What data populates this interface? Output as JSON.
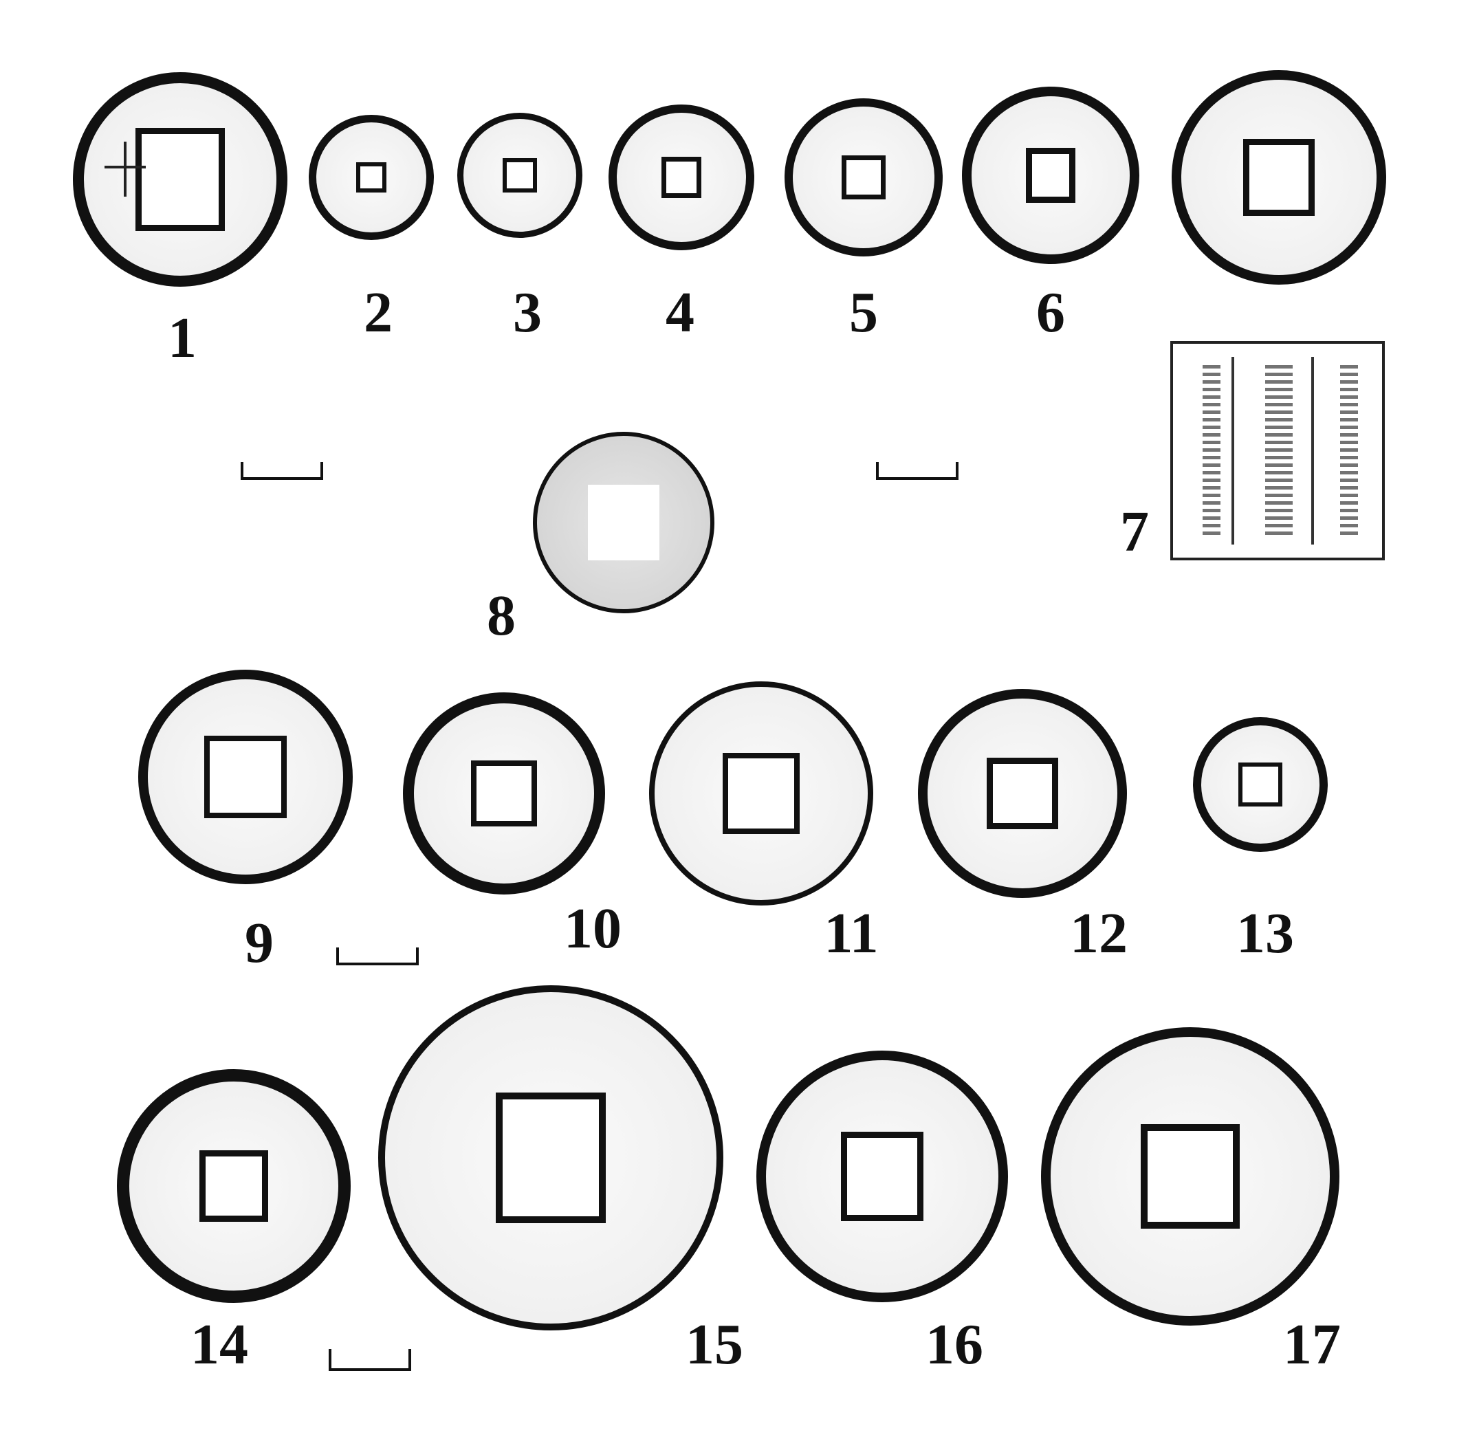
{
  "figure": {
    "coin_labels": [
      "1",
      "2",
      "3",
      "4",
      "5",
      "6",
      "7",
      "8",
      "9",
      "10",
      "11",
      "12",
      "13",
      "14",
      "15",
      "16",
      "17"
    ],
    "scale_bar_count": 4
  }
}
